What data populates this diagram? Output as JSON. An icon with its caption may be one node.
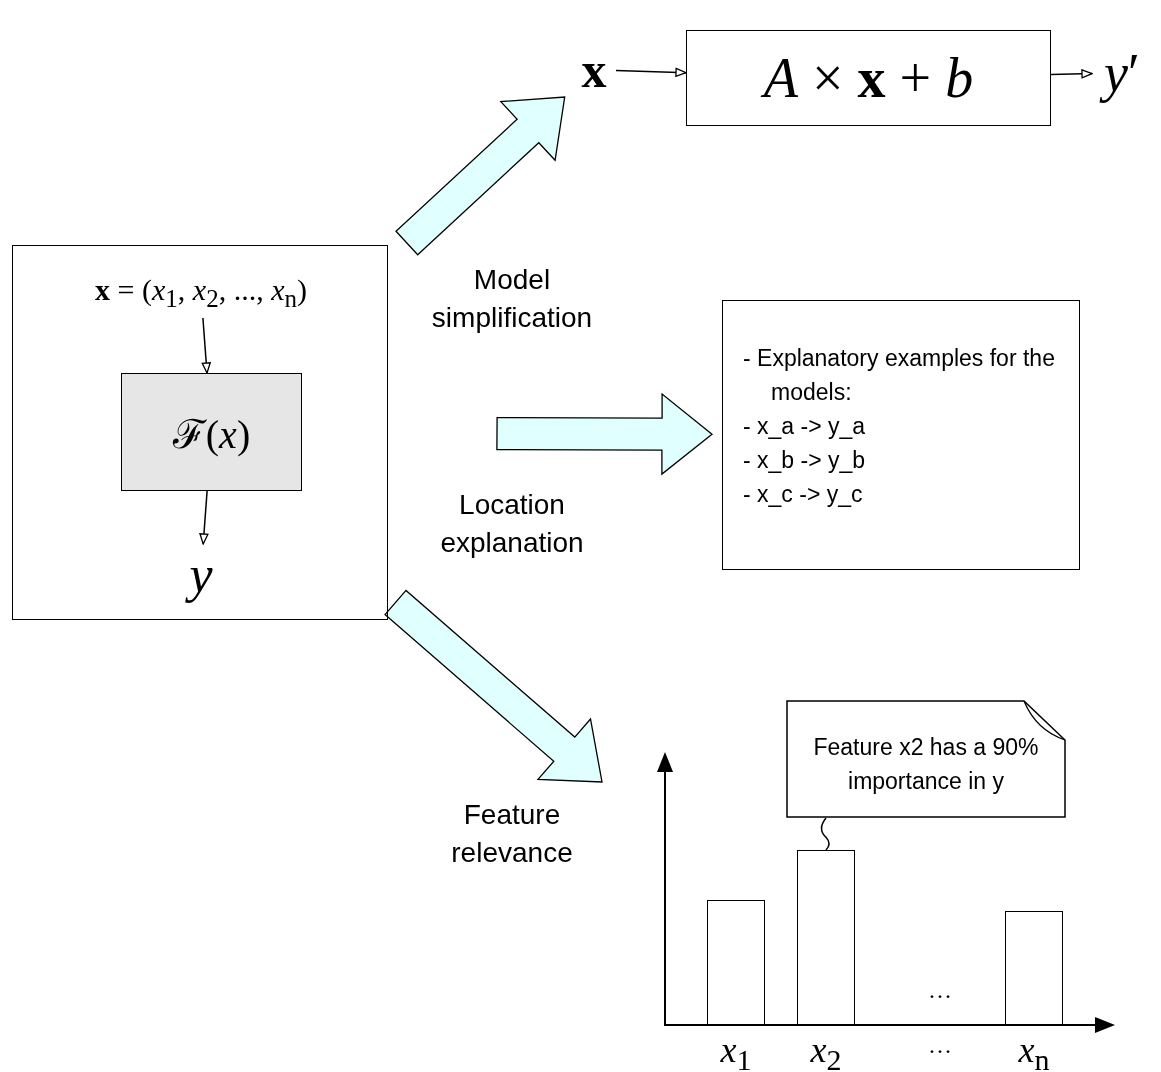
{
  "diagram": {
    "nodes": [
      {
        "text": [],
        "shape": "box"
      },
      {
        "text": [
          "**x** = (*x*$_{1}$, *x*$_{2}$, ..., *x*$_{n}$)"
        ],
        "in": 0
      },
      {
        "text": [
          "ℱ(*x*)"
        ],
        "in": 0
      },
      {
        "text": [
          "y"
        ],
        "in": 0
      },
      {
        "text": [
          "**x**"
        ]
      },
      {
        "text": [
          "*A* × **x** + *b*"
        ]
      },
      {
        "text": [
          "*y*′"
        ]
      },
      {
        "text": [
          "- Explanatory examples for the models:",
          "- x_a -> y_a",
          "- x_b -> y_b",
          "- x_c -> y_c"
        ]
      },
      {
        "text": [
          "Feature x2 has a 90% importance in y"
        ]
      },
      {
        "text": [],
        "shape": "bar"
      },
      {
        "text": [],
        "shape": "bar"
      },
      {
        "text": [],
        "shape": "bar"
      }
    ],
    "edges": [
      {
        "from": 1,
        "to": 2,
        "arrow": "to"
      },
      {
        "from": 2,
        "to": 3,
        "arrow": "to"
      },
      {
        "from": 0,
        "to": 4,
        "arrow": "to",
        "label": "Model simplification",
        "style": "thick",
        "color": "#e0ffff"
      },
      {
        "from": 0,
        "to": 7,
        "arrow": "to",
        "label": "Location explanation",
        "style": "thick",
        "color": "#e0ffff"
      },
      {
        "from": 0,
        "to": null,
        "arrow": "to",
        "label": "Feature relevance",
        "style": "thick",
        "color": "#e0ffff"
      },
      {
        "from": 4,
        "to": 5,
        "arrow": "to"
      },
      {
        "from": 5,
        "to": 6,
        "arrow": "to"
      },
      {
        "from": 8,
        "to": 10,
        "arrow": "none"
      }
    ],
    "labels": [
      "…",
      "*x*$_{1}$",
      "*x*$_{2}$",
      "…",
      "*x*$_{n}$"
    ]
  }
}
